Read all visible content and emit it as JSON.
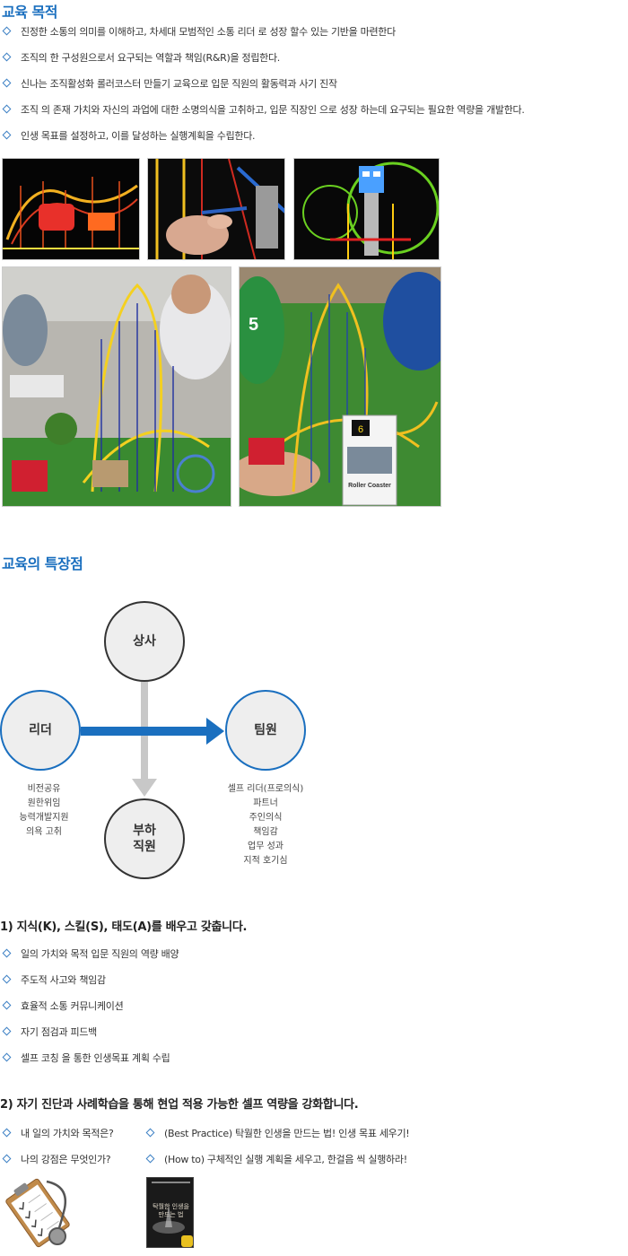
{
  "section1": {
    "title": "교육 목적",
    "bullets": [
      "진정한 소통의 의미를 이해하고, 차세대 모범적인 소통 리더 로 성장 할수 있는 기반을 마련한다",
      "조직의 한 구성원으로서 요구되는 역할과 책임(R&R)을 정립한다.",
      "신나는 조직활성화  롤러코스터 만들기 교육으로 입문 직원의 활동력과 사기 진작",
      "조직 의 존재 가치와 자신의 과업에 대한 소명의식을 고취하고, 입문 직장인 으로 성장 하는데 요구되는 필요한 역량을 개발한다.",
      "인생 목표를 설정하고, 이를 달성하는 실행계획을 수립한다."
    ]
  },
  "section2": {
    "title": "교육의 특장점",
    "diagram": {
      "top": "상사",
      "left": "리더",
      "right": "팀원",
      "bottom_line1": "부하",
      "bottom_line2": "직원",
      "left_caption": [
        "비전공유",
        "원한위임",
        "능력개발지원",
        "의욕 고취"
      ],
      "right_caption": [
        "셀프 리더(프로의식)",
        "파트너",
        "주인의식",
        "책임감",
        "업무 성과",
        "지적 호기심"
      ],
      "arrow_blue": "#1a6fbf",
      "arrow_gray": "#c8c8c8"
    }
  },
  "part1": {
    "title": "1)    지식(K), 스킬(S), 태도(A)를 배우고 갖춥니다.",
    "bullets": [
      "일의 가치와 목적   입문 직원의 역량 배양",
      "주도적 사고와 책임감",
      "효율적  소통 커뮤니케이션",
      "자기 점검과 피드백",
      "셀프 코칭 을 통한 인생목표 계획 수립"
    ]
  },
  "part2": {
    "title": "2) 자기 진단과 사례학습을 통해 현업 적용 가능한 셀프 역량을 강화합니다.",
    "left_bullets": [
      "내 일의 가치와 목적은?",
      "나의 강점은 무엇인가?"
    ],
    "right_bullets": [
      "(Best Practice) 탁월한 인생을 만드는 법! 인생 목표 세우기!",
      "(How to) 구체적인 실행 계획을 세우고, 한걸음 씩 실행하라!"
    ],
    "book_title": "탁월한 인생을 만드는 법"
  },
  "photo_labels": {
    "sign_number": "6",
    "sign_text": "Roller Coaster"
  },
  "colors": {
    "accent": "#1a6fbf",
    "bullet": "#3b7fc4"
  }
}
